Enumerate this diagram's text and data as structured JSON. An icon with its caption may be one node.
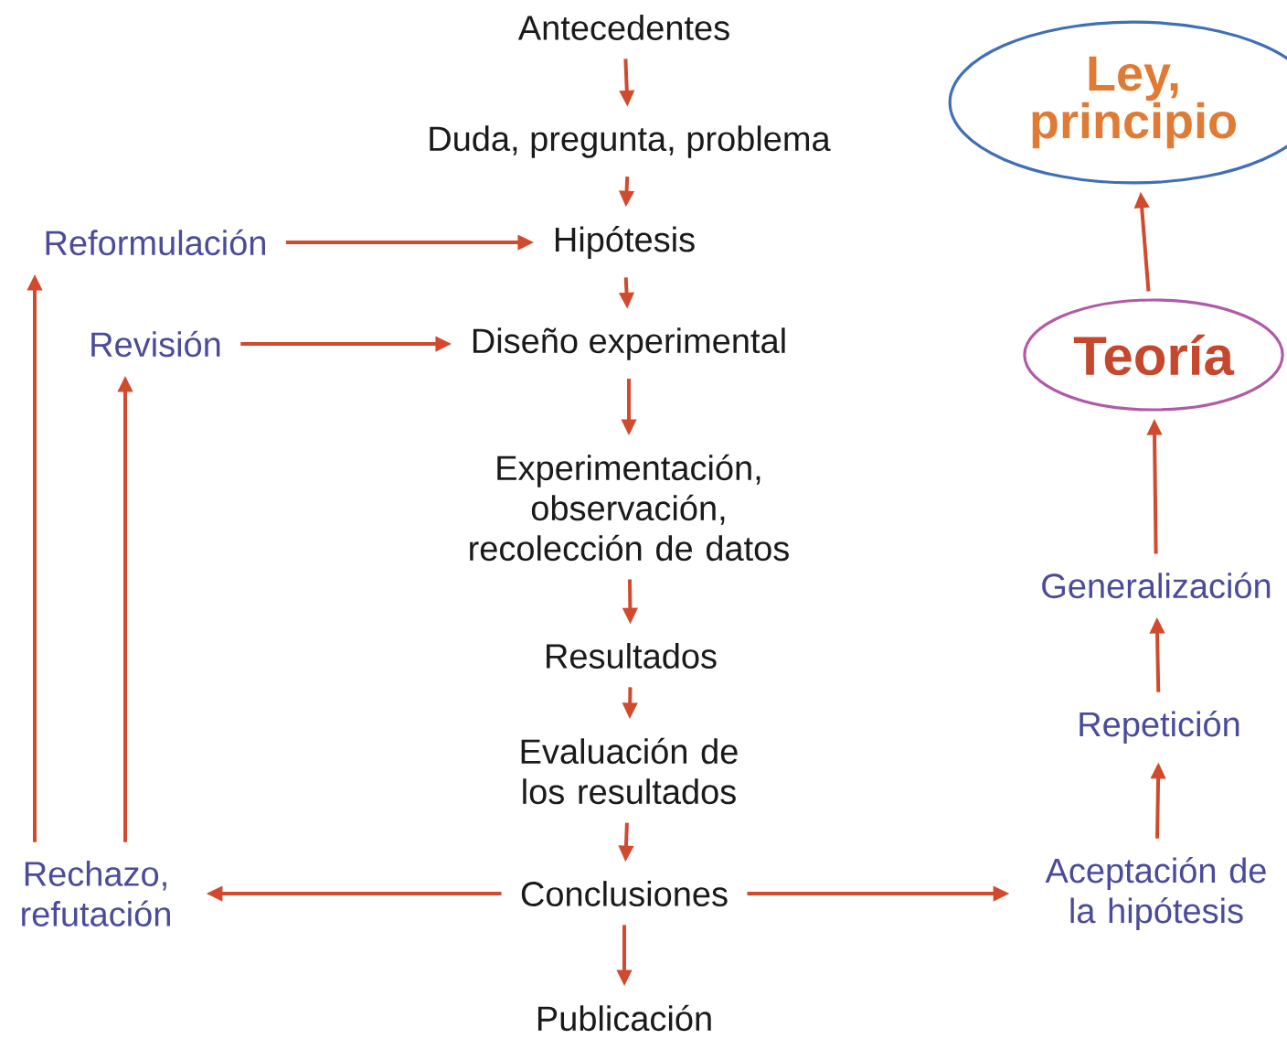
{
  "diagram": {
    "nodes": [
      {
        "text": [
          "Antecedentes"
        ]
      },
      {
        "text": [
          "Duda, pregunta, problema"
        ]
      },
      {
        "text": [
          "Hipótesis"
        ]
      },
      {
        "text": [
          "Diseño experimental"
        ]
      },
      {
        "text": [
          "Experimentación, observación, recolección de datos"
        ]
      },
      {
        "text": [
          "Resultados"
        ]
      },
      {
        "text": [
          "Evaluación de los resultados"
        ]
      },
      {
        "text": [
          "Conclusiones"
        ]
      },
      {
        "text": [
          "Publicación"
        ]
      },
      {
        "text": [
          "Reformulación"
        ]
      },
      {
        "text": [
          "Revisión"
        ]
      },
      {
        "text": [
          "Rechazo, refutación"
        ]
      },
      {
        "text": [
          "Aceptación de la hipótesis"
        ]
      },
      {
        "text": [
          "Repetición"
        ]
      },
      {
        "text": [
          "Generalización"
        ]
      },
      {
        "text": [
          "Teoría"
        ]
      },
      {
        "text": [
          "Ley, principio"
        ]
      }
    ],
    "edges": [
      {
        "from": 0,
        "to": 1,
        "arrow": "to"
      },
      {
        "from": 1,
        "to": 2,
        "arrow": "to"
      },
      {
        "from": 2,
        "to": 3,
        "arrow": "to"
      },
      {
        "from": 3,
        "to": 4,
        "arrow": "to"
      },
      {
        "from": 4,
        "to": 5,
        "arrow": "to"
      },
      {
        "from": 5,
        "to": 6,
        "arrow": "to"
      },
      {
        "from": 6,
        "to": 7,
        "arrow": "to"
      },
      {
        "from": 7,
        "to": 8,
        "arrow": "to"
      },
      {
        "from": 9,
        "to": 2,
        "arrow": "to"
      },
      {
        "from": 10,
        "to": 3,
        "arrow": "to"
      },
      {
        "from": 7,
        "to": 11,
        "arrow": "to"
      },
      {
        "from": 7,
        "to": 12,
        "arrow": "to"
      },
      {
        "from": 11,
        "to": 9,
        "arrow": "to"
      },
      {
        "from": 11,
        "to": 10,
        "arrow": "to"
      },
      {
        "from": 12,
        "to": 13,
        "arrow": "to"
      },
      {
        "from": 13,
        "to": 14,
        "arrow": "to"
      },
      {
        "from": 14,
        "to": 15,
        "arrow": "to"
      },
      {
        "from": 15,
        "to": 16,
        "arrow": "to"
      }
    ]
  }
}
